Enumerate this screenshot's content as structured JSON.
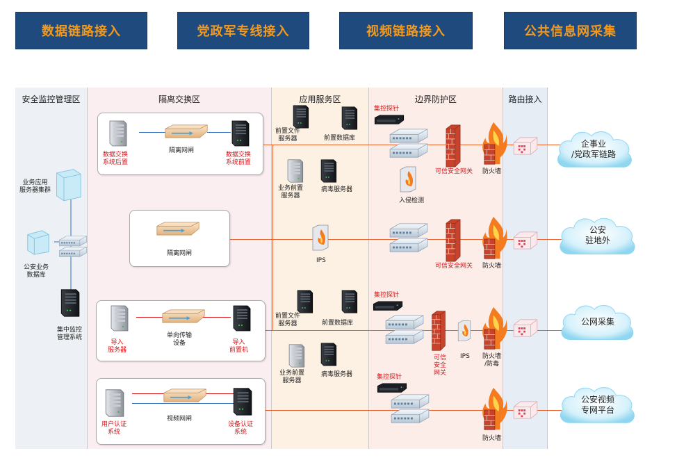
{
  "top_buttons": [
    "数据链路接入",
    "党政军专线接入",
    "视频链路接入",
    "公共信息网采集"
  ],
  "zones": [
    "安全监控管理区",
    "隔离交换区",
    "应用服务区",
    "边界防护区",
    "路由接入"
  ],
  "monitor_zone": {
    "app_cluster": "业务应用\n服务器集群",
    "police_db": "公安业务\n数据库",
    "central_monitor": "集中监控\n管理系统"
  },
  "row1": {
    "left_server": "数据交换\n系统后置",
    "gateway": "隔离网闸",
    "right_server": "数据交换\n系统前置",
    "front_file": "前置文件\n服务器",
    "front_db": "前置数据库",
    "biz_front": "业务前置\n服务器",
    "virus": "病毒服务器",
    "probe": "集控探针",
    "ids": "入侵检测",
    "trusted_gw": "可信安全网关",
    "firewall": "防火墙",
    "cloud": "企事业\n/党政军链路"
  },
  "row2": {
    "gateway": "隔离网闸",
    "ips": "IPS",
    "trusted_gw": "可信安全网关",
    "firewall": "防火墙",
    "cloud": "公安\n驻地外"
  },
  "row3": {
    "left_server": "导入\n服务器",
    "gateway": "单向传输\n设备",
    "right_server": "导入\n前置机",
    "front_file": "前置文件\n服务器",
    "front_db": "前置数据库",
    "biz_front": "业务前置\n服务器",
    "virus": "病毒服务器",
    "probe": "集控探针",
    "trusted_gw": "可信\n安全\n网关",
    "ips": "IPS",
    "firewall": "防火墙\n/防毒",
    "cloud": "公网采集"
  },
  "row4": {
    "left_server": "用户认证\n系统",
    "gateway": "视频网闸",
    "right_server": "设备认证\n系统",
    "probe": "集控探针",
    "firewall": "防火墙",
    "cloud": "公安视频\n专网平台"
  }
}
